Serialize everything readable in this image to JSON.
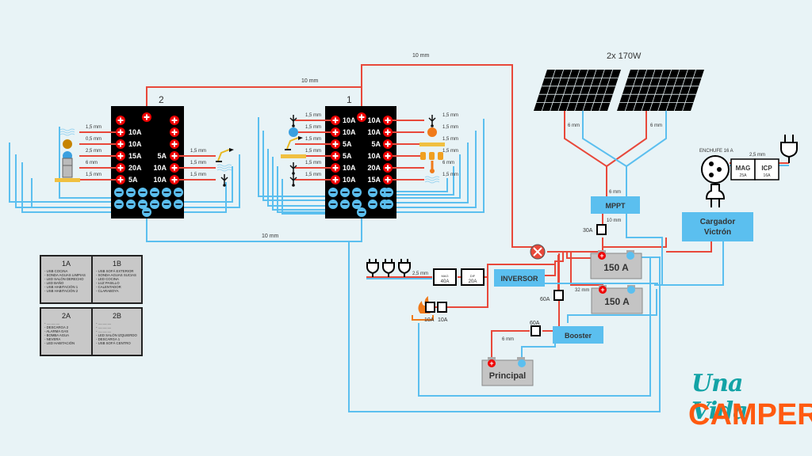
{
  "colors": {
    "positive": "#e8483a",
    "negative": "#5bbfef",
    "panel": "#000000",
    "device_box": "#5bbfef",
    "battery": "#c4c4c4",
    "logo_teal": "#13a3a6",
    "logo_orange": "#ff5a10"
  },
  "fuse_box_2": {
    "title": "2",
    "left_fuses": [
      "10A",
      "10A",
      "15A",
      "20A",
      "5A"
    ],
    "right_fuses": [
      "5A",
      "10A",
      "10A"
    ],
    "left_wires": [
      "1,5 mm",
      "0,5 mm",
      "2,5 mm",
      "6 mm",
      "1,5 mm"
    ],
    "right_wires": [
      "1,5 mm",
      "1,5 mm",
      "1,5 mm"
    ],
    "left_icons": [
      "water-tank-icon",
      "water-pump-icon",
      "hydrant-icon",
      "fridge-icon",
      "led-strip-icon"
    ],
    "right_icons": [
      "lamp-icon",
      "water-tank-icon",
      "usb-icon"
    ]
  },
  "fuse_box_1": {
    "title": "1",
    "left_fuses": [
      "10A",
      "10A",
      "5A",
      "5A",
      "10A",
      "10A"
    ],
    "right_fuses": [
      "10A",
      "10A",
      "5A",
      "10A",
      "20A",
      "15A"
    ],
    "left_wires": [
      "1,5 mm",
      "1,5 mm",
      "1,5 mm",
      "1,5 mm",
      "1,5 mm",
      "1,5 mm"
    ],
    "right_wires": [
      "1,5 mm",
      "1,5 mm",
      "1,5 mm",
      "1,5 mm",
      "6 mm",
      "1,5 mm"
    ],
    "left_icons": [
      "usb-icon",
      "water-drop-icon",
      "lamp-icon",
      "led-strip-icon",
      "usb-icon",
      "usb-icon"
    ],
    "right_icons": [
      "usb-icon",
      "fuel-drop-icon",
      "led-strip-icon",
      "spotlights-icon",
      "thermometer-icon",
      "wind-icon"
    ]
  },
  "wires": {
    "main_top": "10 mm",
    "to_box2": "10 mm",
    "ground_link": "10 mm",
    "panels": "6 mm",
    "panels_right": "6 mm",
    "mppt_in": "6 mm",
    "mppt_out": "10 mm",
    "battery_link": "32 mm",
    "booster_principal": "6 mm",
    "inverter_out": "2,5 mm",
    "shore": "2,5 mm"
  },
  "solar": {
    "label": "2x 170W"
  },
  "mppt": {
    "label": "MPPT",
    "fuse": "30A"
  },
  "charger": {
    "label_line1": "Cargador",
    "label_line2": "Victrón"
  },
  "shore_power": {
    "socket_label": "ENCHUFE 16 A",
    "mag_label": "MAG",
    "mag_value": "25A",
    "icp_label": "ICP",
    "icp_value": "16A"
  },
  "inverter": {
    "label": "INVERSOR",
    "mag_label": "MAG",
    "mag_value": "40A",
    "dif_label": "DIF",
    "dif_value": "20A"
  },
  "heater": {
    "fuses": [
      "10A",
      "10A"
    ]
  },
  "batteries": {
    "house_1": "150 A",
    "house_2": "150 A",
    "principal": "Principal",
    "fuse_house": "60A",
    "fuse_booster": "60A"
  },
  "booster": {
    "label": "Booster"
  },
  "legend": {
    "1A": {
      "title": "1A",
      "items": [
        "- USB COCINA",
        "- SONDA AGUAS LIMPIAS",
        "- LED SALÓN DERECHO",
        "- LED BAÑO",
        "- USB HABITACIÓN 1",
        "- USB HABITACIÓN 2"
      ]
    },
    "1B": {
      "title": "1B",
      "items": [
        "- USB SOFÁ EXTERIOR",
        "- SONDA AGUAS SUCIAS",
        "- LED COCINA",
        "- LUZ PASILLO",
        "- CALENTADOR",
        "- CLARABOYA"
      ]
    },
    "2A": {
      "title": "2A",
      "items": [
        "- ..............",
        "- DESCARGA 2",
        "- ALARMA GAS",
        "- BOMBA AGUA",
        "- NEVERA",
        "- LED HABITACIÓN"
      ]
    },
    "2B": {
      "title": "2B",
      "items": [
        "- ..............",
        "- ..............",
        "- ..............",
        "- LED SALÓN IZQUIERDO",
        "- DESCARGA 1",
        "- USB SOFÁ CENTRO"
      ]
    }
  },
  "logo": {
    "line1": "Una Vida",
    "line2": "CAMPER"
  }
}
